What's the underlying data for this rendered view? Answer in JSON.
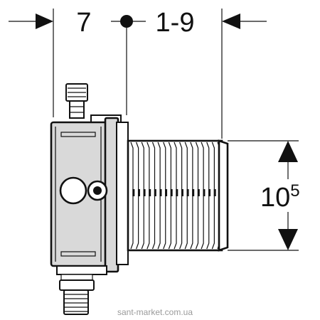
{
  "dimensions": {
    "left_width": "7",
    "right_range": "1-9",
    "height_main": "10",
    "height_sup": "5"
  },
  "watermark": "sant-market.com.ua"
}
